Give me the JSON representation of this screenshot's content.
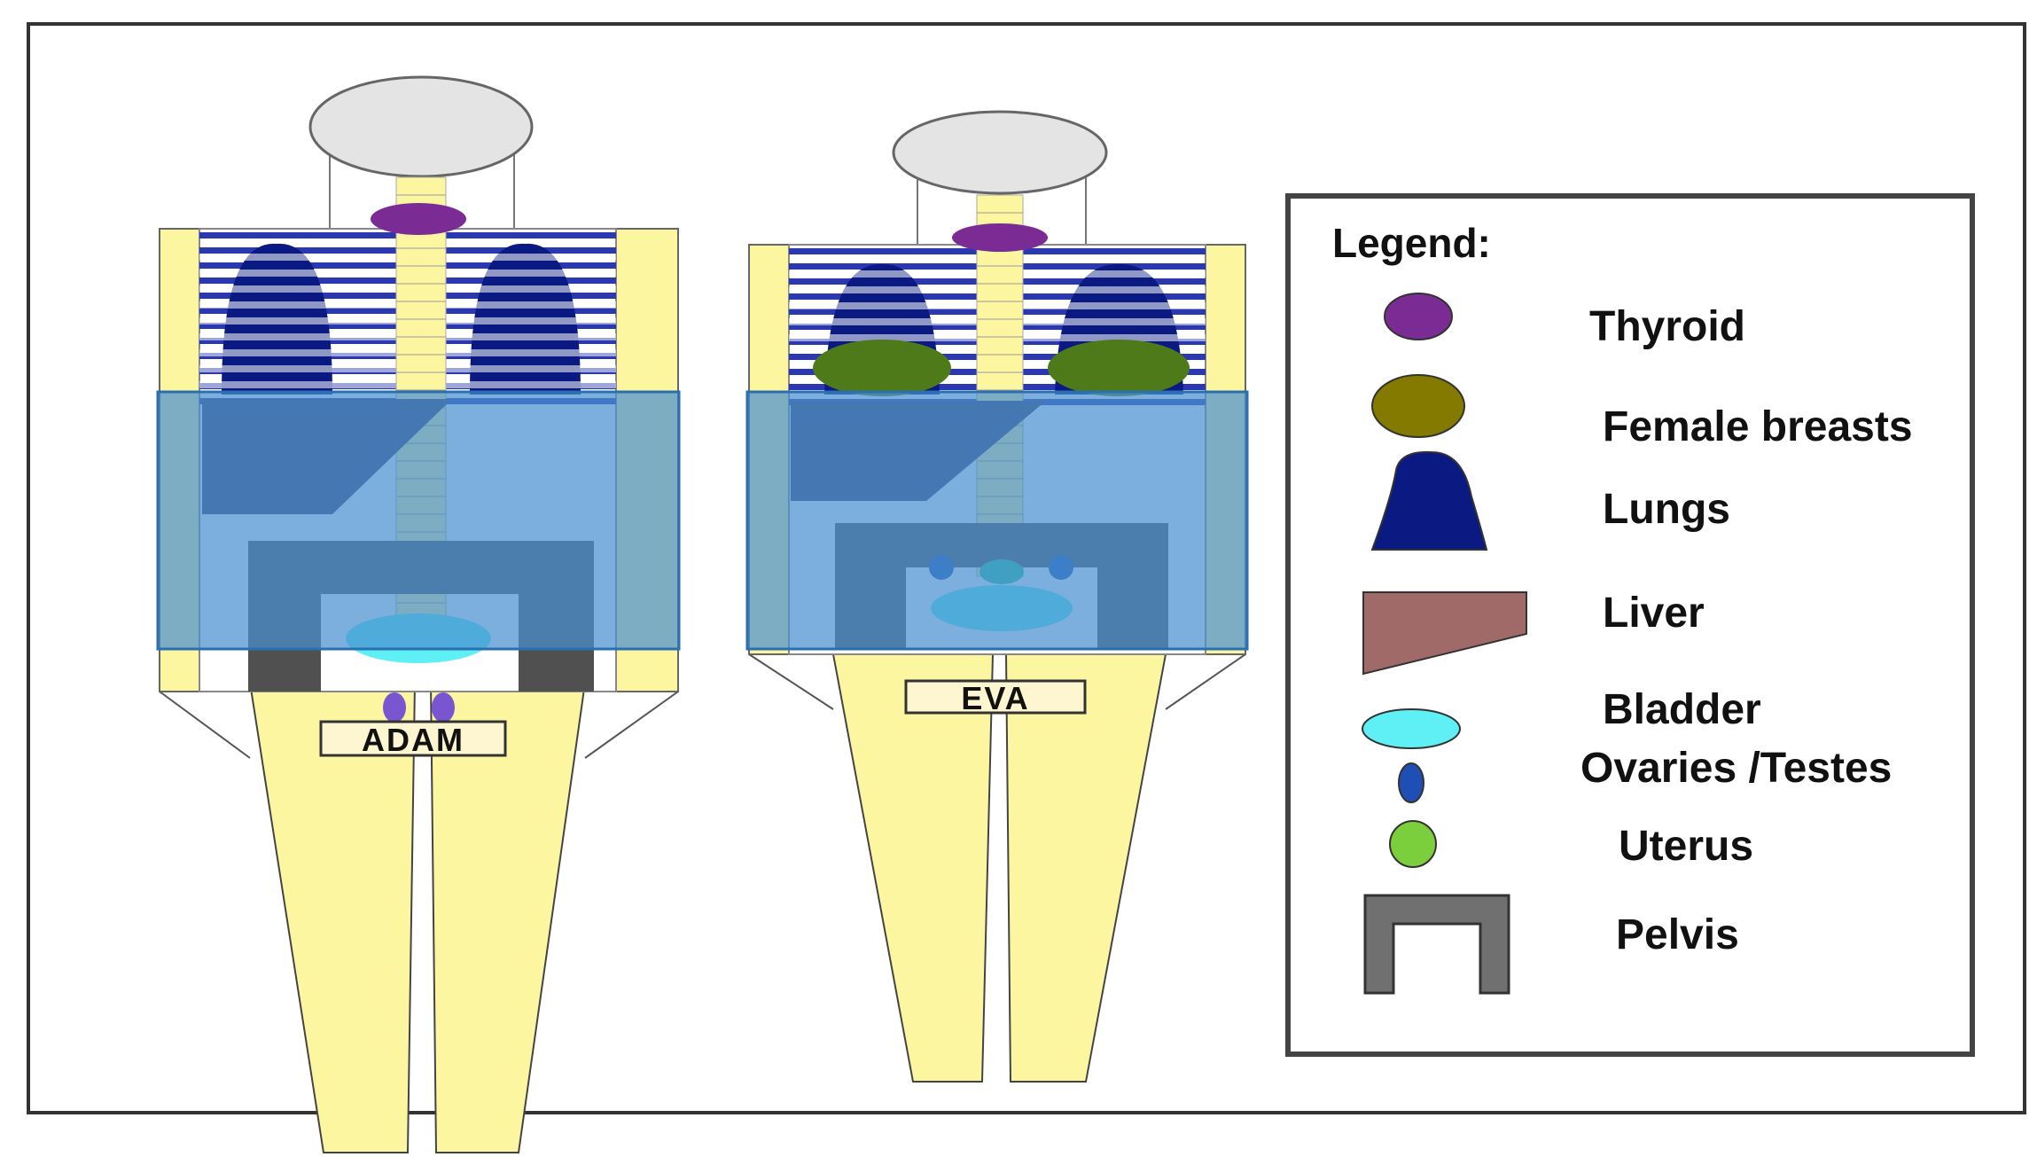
{
  "phantoms": [
    {
      "id": "adam",
      "label": "ADAM"
    },
    {
      "id": "eva",
      "label": "EVA"
    }
  ],
  "legend": {
    "title": "Legend:",
    "items": [
      {
        "key": "thyroid",
        "label": "Thyroid",
        "color": "#7a2b94"
      },
      {
        "key": "breasts",
        "label": "Female breasts",
        "color": "#847a00"
      },
      {
        "key": "lungs",
        "label": "Lungs",
        "color": "#0a1a82"
      },
      {
        "key": "liver",
        "label": "Liver",
        "color": "#a06a68"
      },
      {
        "key": "bladder",
        "label": "Bladder",
        "color": "#5ef0f5"
      },
      {
        "key": "gonads",
        "label": "Ovaries /Testes",
        "color": "#1f4fb5"
      },
      {
        "key": "uterus",
        "label": "Uterus",
        "color": "#7ccf3c"
      },
      {
        "key": "pelvis",
        "label": "Pelvis",
        "color": "#707070"
      }
    ]
  },
  "colors": {
    "skin": "#fdf6a0",
    "head": "#e4e4e4",
    "outline": "#3a3a3a",
    "field": "#4a90d0",
    "ribs": "#2a39b0",
    "female_breast_fill": "#4f7a1a"
  }
}
